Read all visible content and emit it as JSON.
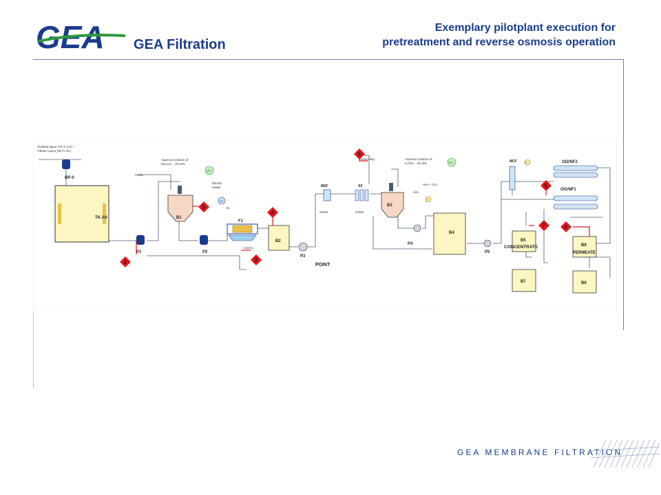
{
  "header": {
    "logo_text": "GEA",
    "brand": "GEA Filtration",
    "title_line1": "Exemplary pilotplant execution for",
    "title_line2": "pretreatment and reverse osmosis operation"
  },
  "footer": {
    "text": "GEA MEMBRANE FILTRATION"
  },
  "colors": {
    "brand_blue": "#1a3c8c",
    "brand_green": "#2e9a3c",
    "marker_red": "#e8141c",
    "tank_fill": "#fbf6c2",
    "vessel_fill": "#f7d8c4",
    "membrane_fill": "#cfe4f5"
  },
  "diagram": {
    "feed_label_1": "Clarified liquor (70 % v/v) +",
    "feed_label_2": "Filtrate Liquor (30 % v/v)",
    "bp0": "BP-0",
    "tka0": "TK-A0",
    "p1": "P1",
    "h2o2": "H2O2",
    "aq1_line1": "Aqueous solution of",
    "aq1_line2": "Na₂CO₃ · 25 wt%",
    "mti1": "MTI",
    "electric_1": "Electric",
    "electric_2": "heater",
    "b1": "B1",
    "mt_small": "MT",
    "p2": "P2",
    "air1": "Air",
    "f1": "F1",
    "caco3": "CaCO₃",
    "b2": "B2",
    "p3": "P3",
    "point": "POINT",
    "msf": "MSF",
    "af": "AF",
    "solids1": "Solids",
    "solids2": "Solids",
    "antiscaling": "Antiscaling",
    "aq2_line1": "Aqueous solution of",
    "aq2_line2": "H₂SO₄ · 40 wt%",
    "mti2": "MTI",
    "air_co2": "Aire + CO₂",
    "aire": "Aire",
    "p_small": "P",
    "b3": "B3",
    "p4": "P4",
    "b4": "B4",
    "p5": "P5",
    "mcf": "MCF",
    "fi": "FI",
    "oi2nf2": "OI2/NF2",
    "oi1nf1": "OI1/NF1",
    "b5": "B5",
    "concentrate": "CONCENTRATE",
    "b8": "B8",
    "permeate": "PERMEATE",
    "b7": "B7",
    "b6": "B6",
    "markers": [
      "2",
      "3",
      "4",
      "5",
      "6",
      "7",
      "8",
      "9"
    ]
  }
}
